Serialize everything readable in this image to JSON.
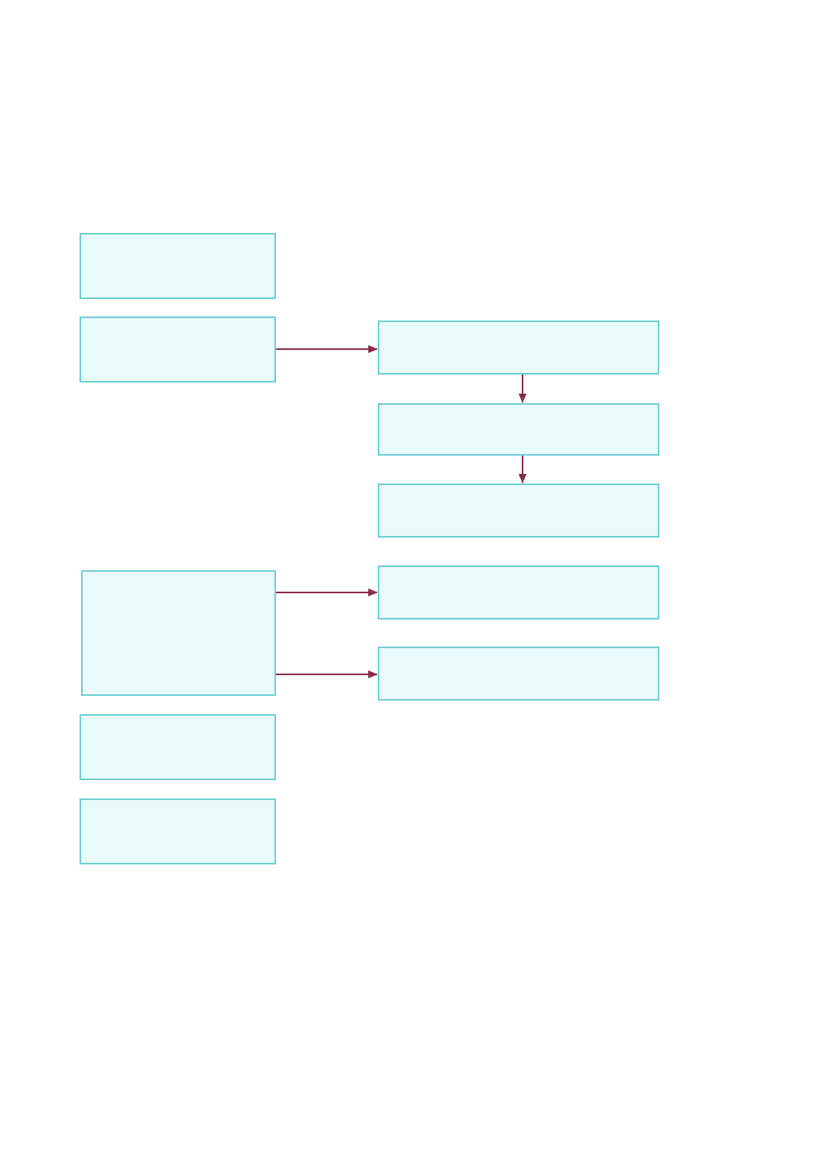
{
  "colors": {
    "background": "#ffffff",
    "node_fill": "#e8fafa",
    "node_stroke": "#6fd0d0",
    "edge": "#8b2a4e",
    "label": "#333333"
  },
  "nodes": [
    {
      "id": "left-box-1",
      "label": ""
    },
    {
      "id": "left-box-2",
      "label": ""
    },
    {
      "id": "left-box-3",
      "label": ""
    },
    {
      "id": "left-box-4",
      "label": ""
    },
    {
      "id": "left-box-5",
      "label": ""
    },
    {
      "id": "right-box-1",
      "label": ""
    },
    {
      "id": "right-box-2",
      "label": ""
    },
    {
      "id": "right-box-3",
      "label": ""
    },
    {
      "id": "right-box-4",
      "label": ""
    },
    {
      "id": "right-box-5",
      "label": ""
    }
  ],
  "edges": [
    {
      "from": "left-box-2",
      "to": "right-box-1"
    },
    {
      "from": "right-box-1",
      "to": "right-box-2"
    },
    {
      "from": "right-box-2",
      "to": "right-box-3"
    },
    {
      "from": "left-box-3",
      "to": "right-box-4"
    },
    {
      "from": "left-box-3",
      "to": "right-box-5"
    }
  ]
}
